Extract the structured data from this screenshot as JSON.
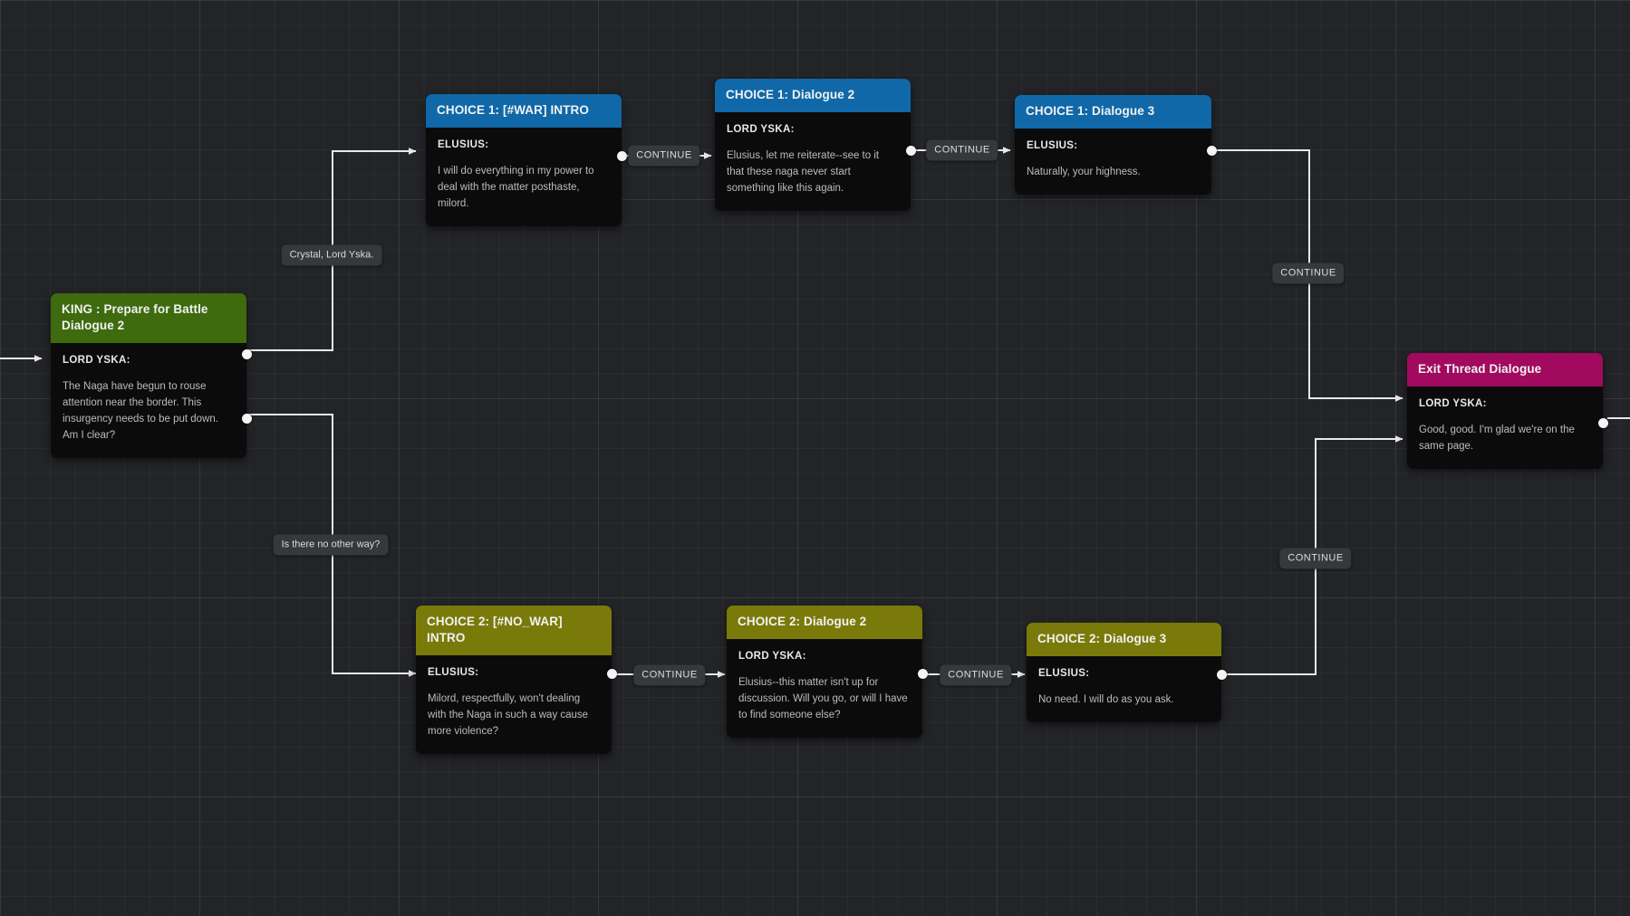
{
  "app": {
    "view": "dialogue-graph-canvas"
  },
  "nodes": [
    {
      "id": "king-prepare",
      "title": "KING : Prepare for Battle Dialogue 2",
      "speaker": "LORD YSKA:",
      "text": "The Naga have begun to rouse attention near the border. This insurgency needs to be put down. Am I clear?",
      "header_color": "#3d6b0e"
    },
    {
      "id": "choice1-intro",
      "title": "CHOICE 1: [#WAR] INTRO",
      "speaker": "ELUSIUS:",
      "text": "I will do everything in my power to deal with the matter posthaste, milord.",
      "header_color": "#1068a8"
    },
    {
      "id": "choice1-d2",
      "title": "CHOICE 1: Dialogue 2",
      "speaker": "LORD YSKA:",
      "text": "Elusius, let me reiterate--see to it that these naga never start something like this again.",
      "header_color": "#1068a8"
    },
    {
      "id": "choice1-d3",
      "title": "CHOICE 1: Dialogue 3",
      "speaker": "ELUSIUS:",
      "text": "Naturally, your highness.",
      "header_color": "#1068a8"
    },
    {
      "id": "choice2-intro",
      "title": "CHOICE 2: [#NO_WAR] INTRO",
      "speaker": "ELUSIUS:",
      "text": "Milord, respectfully, won't dealing with the Naga in such a way cause more violence?",
      "header_color": "#7a7a0a"
    },
    {
      "id": "choice2-d2",
      "title": "CHOICE 2: Dialogue 2",
      "speaker": "LORD YSKA:",
      "text": "Elusius--this matter isn't up for discussion. Will you go, or will I have to find someone else?",
      "header_color": "#7a7a0a"
    },
    {
      "id": "choice2-d3",
      "title": "CHOICE 2: Dialogue 3",
      "speaker": "ELUSIUS:",
      "text": "No need. I will do as you ask.",
      "header_color": "#7a7a0a"
    },
    {
      "id": "exit-thread",
      "title": "Exit Thread Dialogue",
      "speaker": "LORD YSKA:",
      "text": "Good, good. I'm glad we're on the same page.",
      "header_color": "#a10a5e"
    }
  ],
  "edge_labels": [
    {
      "id": "label-choice1",
      "text": "Crystal, Lord Yska."
    },
    {
      "id": "label-choice2",
      "text": "Is there no other way?"
    },
    {
      "id": "continue-1",
      "text": "CONTINUE"
    },
    {
      "id": "continue-2",
      "text": "CONTINUE"
    },
    {
      "id": "continue-3",
      "text": "CONTINUE"
    },
    {
      "id": "continue-4",
      "text": "CONTINUE"
    },
    {
      "id": "continue-5",
      "text": "CONTINUE"
    },
    {
      "id": "continue-6",
      "text": "CONTINUE"
    }
  ],
  "colors": {
    "canvas_background": "#232427",
    "node_body": "#0b0b0b",
    "edge_stroke": "#e8e8e8",
    "label_background": "#36383c"
  }
}
